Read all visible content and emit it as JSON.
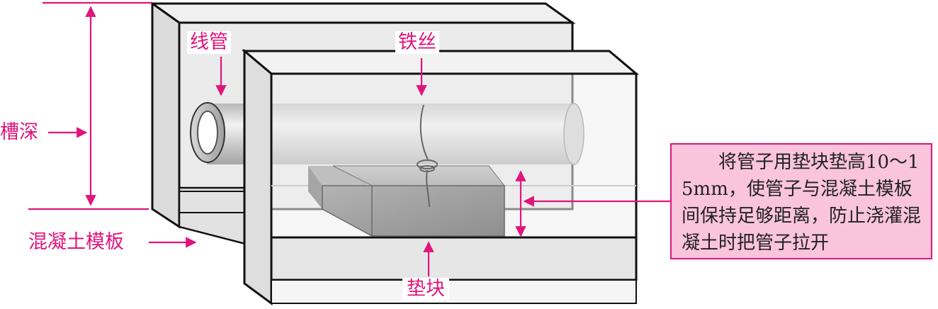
{
  "colors": {
    "accent": "#e0157c",
    "note_fill": "#f9c4dc",
    "note_border": "#e0157c",
    "label_text": "#e0157c",
    "note_text": "#222222",
    "formwork": "#e6e6e6",
    "formwork_inner": "#f3f3f3",
    "outline": "#111111",
    "pipe": "#cfcfcf",
    "block": "#a9a9a9"
  },
  "labels": {
    "conduit": "线管",
    "wire": "铁丝",
    "groove_depth": "槽深",
    "formwork": "混凝土模板",
    "spacer_block": "垫块"
  },
  "note": {
    "text": "将管子用垫块垫高10～15mm，使管子与混凝土模板间保持足够距离，防止浇灌混凝土时把管子拉开"
  }
}
